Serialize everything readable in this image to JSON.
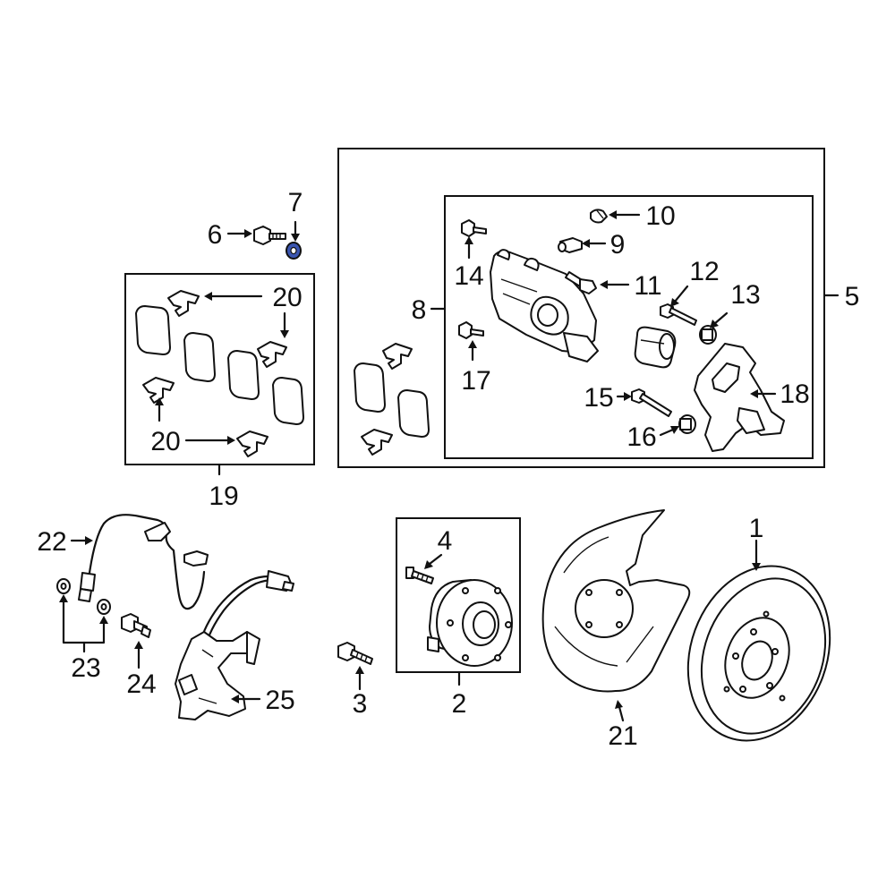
{
  "labels": {
    "l1": "1",
    "l2": "2",
    "l3": "3",
    "l4": "4",
    "l5": "5",
    "l6": "6",
    "l7": "7",
    "l8": "8",
    "l9": "9",
    "l10": "10",
    "l11": "11",
    "l12": "12",
    "l13": "13",
    "l14": "14",
    "l15": "15",
    "l16": "16",
    "l17": "17",
    "l18": "18",
    "l19": "19",
    "l20a": "20",
    "l20b": "20",
    "l21": "21",
    "l22": "22",
    "l23": "23",
    "l24": "24",
    "l25": "25"
  },
  "colors": {
    "highlight": "#3a55b0",
    "line": "#111111"
  }
}
